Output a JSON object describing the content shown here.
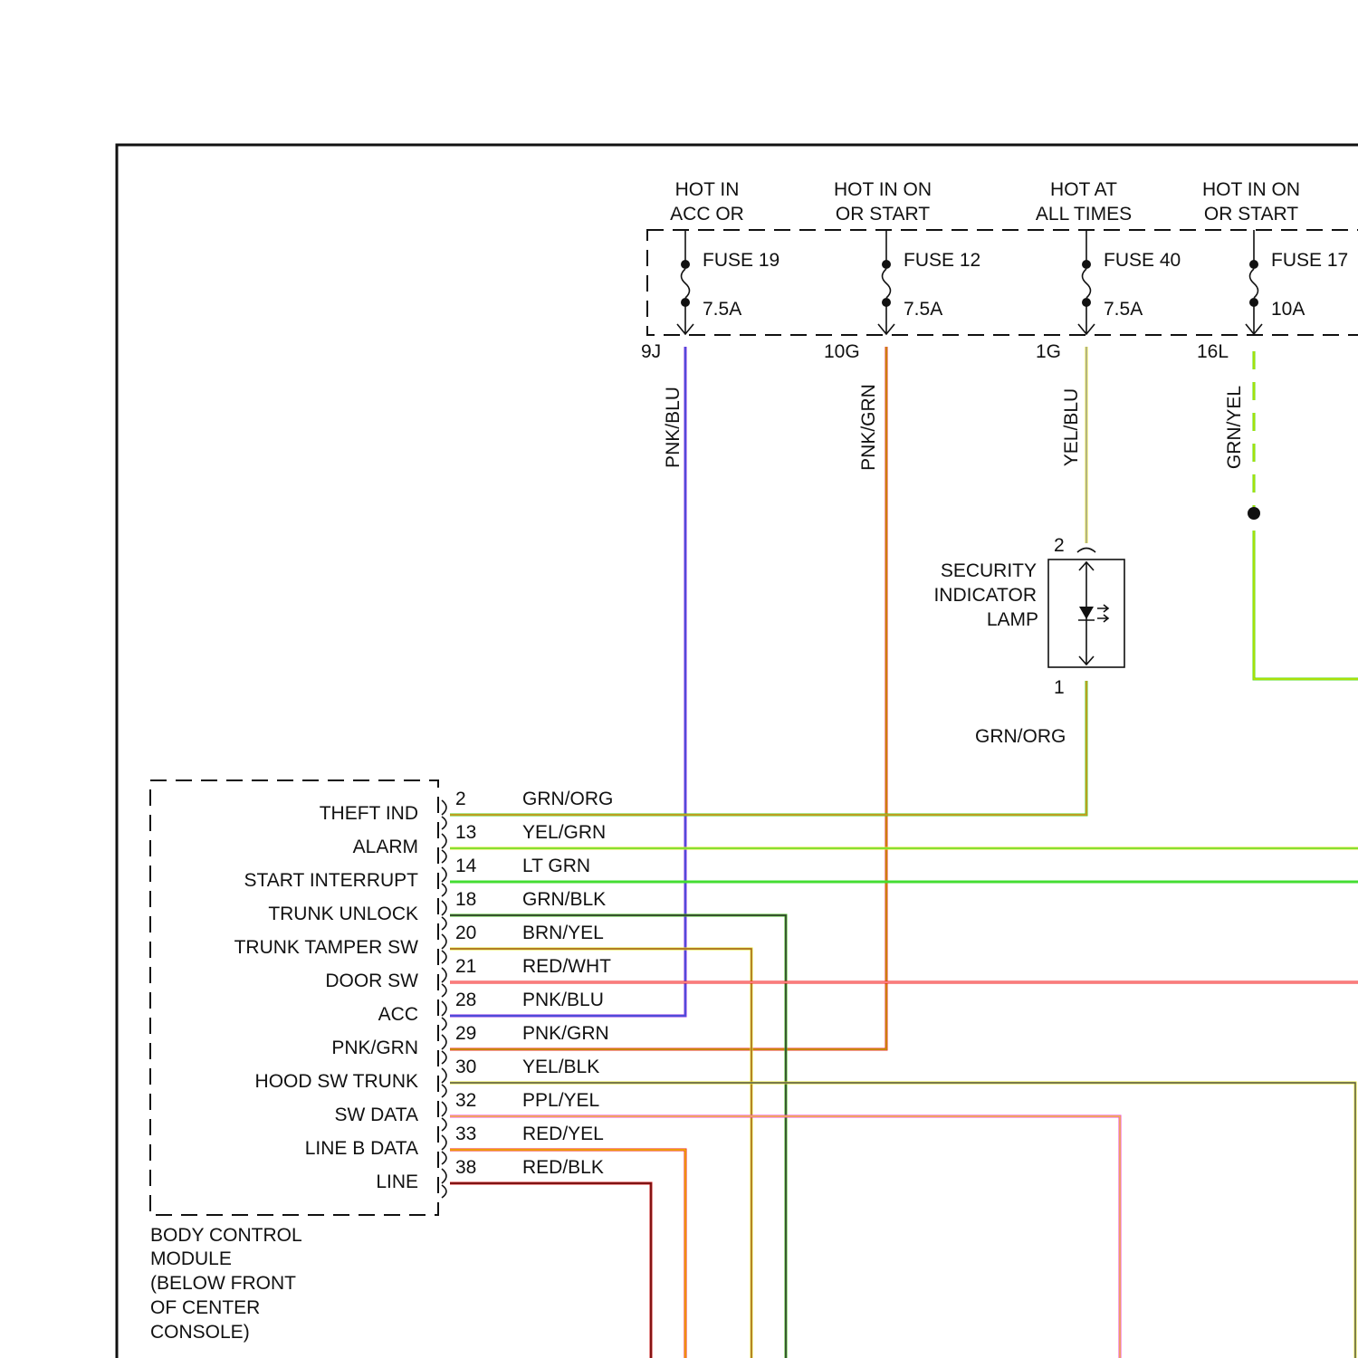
{
  "fuse_block": {
    "fuses": [
      {
        "supply": [
          "HOT IN",
          "ACC OR"
        ],
        "name": "FUSE 19",
        "rating": "7.5A",
        "terminal": "9J",
        "wire": "PNK/BLU",
        "color": "#8a2be2",
        "stripe": "#3b57d6"
      },
      {
        "supply": [
          "HOT IN ON",
          "OR START"
        ],
        "name": "FUSE 12",
        "rating": "7.5A",
        "terminal": "10G",
        "wire": "PNK/GRN",
        "color": "#e8322a",
        "stripe": "#c0a000"
      },
      {
        "supply": [
          "HOT AT",
          "ALL TIMES"
        ],
        "name": "FUSE 40",
        "rating": "7.5A",
        "terminal": "1G",
        "wire": "YEL/BLU",
        "color": "#e6e632",
        "stripe": "#a0a0a0"
      },
      {
        "supply": [
          "HOT IN ON",
          "OR START"
        ],
        "name": "FUSE 17",
        "rating": "10A",
        "terminal": "16L",
        "wire": "GRN/YEL",
        "color": "#55dd22",
        "stripe": "#c8e000"
      }
    ]
  },
  "lamp": {
    "label": [
      "SECURITY",
      "INDICATOR",
      "LAMP"
    ],
    "pin_top": "2",
    "pin_bottom": "1",
    "wire_out": "GRN/ORG"
  },
  "bcm": {
    "label": [
      "BODY CONTROL",
      "MODULE",
      "(BELOW FRONT",
      "OF CENTER",
      "CONSOLE)"
    ],
    "functions": [
      "THEFT IND",
      "ALARM",
      "START INTERRUPT",
      "TRUNK UNLOCK",
      "TRUNK TAMPER SW",
      "DOOR SW",
      "ACC",
      "PNK/GRN",
      "HOOD SW TRUNK",
      "SW DATA",
      "LINE B DATA",
      "LINE"
    ],
    "pins": [
      {
        "pin": "2",
        "wire": "GRN/ORG",
        "color": "#55cc22",
        "stripe": "#e09020"
      },
      {
        "pin": "13",
        "wire": "YEL/GRN",
        "color": "#e6e632",
        "stripe": "#66dd33"
      },
      {
        "pin": "14",
        "wire": "LT GRN",
        "color": "#44dd33",
        "stripe": "#44dd33"
      },
      {
        "pin": "18",
        "wire": "GRN/BLK",
        "color": "#44bb22",
        "stripe": "#333333"
      },
      {
        "pin": "20",
        "wire": "BRN/YEL",
        "color": "#e6e632",
        "stripe": "#a05a20"
      },
      {
        "pin": "21",
        "wire": "RED/WHT",
        "color": "#ee2222",
        "stripe": "#ff9999"
      },
      {
        "pin": "28",
        "wire": "PNK/BLU",
        "color": "#8a2be2",
        "stripe": "#3b57d6"
      },
      {
        "pin": "29",
        "wire": "PNK/GRN",
        "color": "#e8322a",
        "stripe": "#c0a000"
      },
      {
        "pin": "30",
        "wire": "YEL/BLK",
        "color": "#e6e632",
        "stripe": "#555555"
      },
      {
        "pin": "32",
        "wire": "PPL/YEL",
        "color": "#ee44cc",
        "stripe": "#f0c040"
      },
      {
        "pin": "33",
        "wire": "RED/YEL",
        "color": "#ee2222",
        "stripe": "#f0c000"
      },
      {
        "pin": "38",
        "wire": "RED/BLK",
        "color": "#cc1f1f",
        "stripe": "#661010"
      }
    ]
  }
}
